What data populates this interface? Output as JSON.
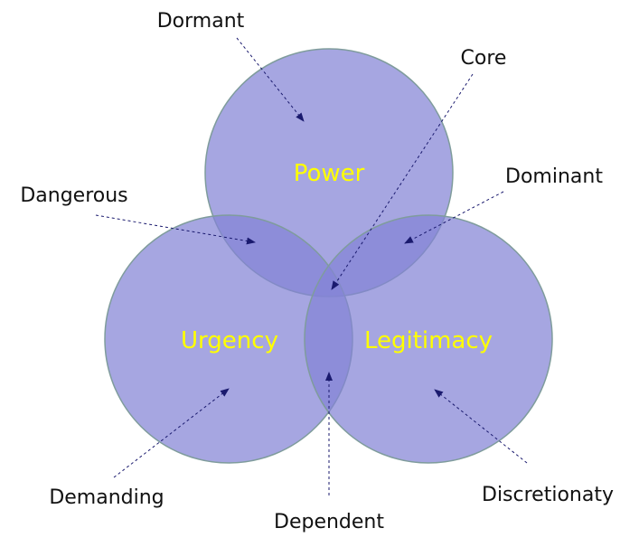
{
  "colors": {
    "circle_fill": "#8484d6",
    "circle_stroke": "#7f9c9c",
    "set_label": "#ffff00",
    "callout_text": "#111111",
    "leader_line": "#1a1a6e"
  },
  "sets": {
    "power": "Power",
    "urgency": "Urgency",
    "legitimacy": "Legitimacy"
  },
  "callouts": {
    "dormant": "Dormant",
    "core": "Core",
    "dominant": "Dominant",
    "dangerous": "Dangerous",
    "demanding": "Demanding",
    "dependent": "Dependent",
    "discretionary": "Discretionaty"
  }
}
